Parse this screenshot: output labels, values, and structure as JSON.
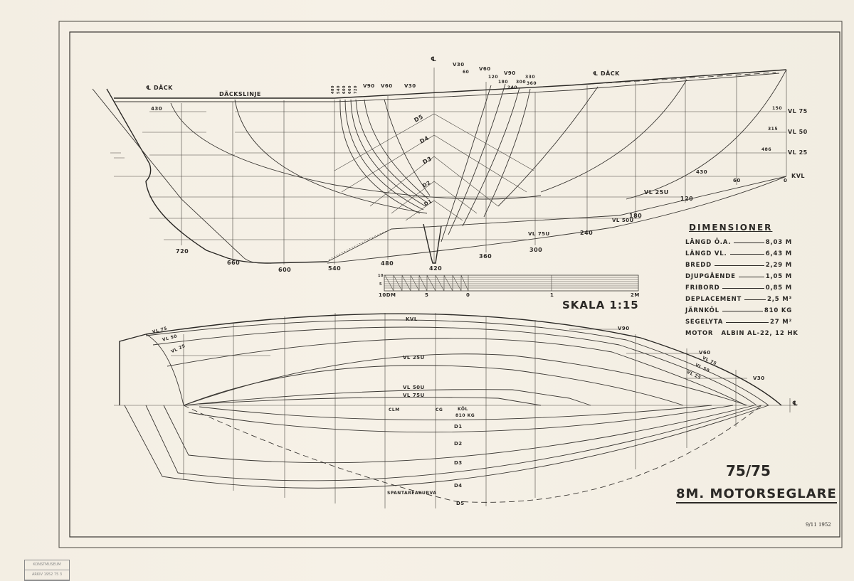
{
  "drawing": {
    "title_number": "75/75",
    "title": "8M. MOTORSEGLARE",
    "date": "9/11 1952",
    "scale_label": "SKALA 1:15"
  },
  "dimensions": {
    "heading": "DIMENSIONER",
    "rows": [
      {
        "label": "LÄNGD Ö.A.",
        "value": "8,03 M"
      },
      {
        "label": "LÄNGD VL.",
        "value": "6,43 M"
      },
      {
        "label": "BREDD",
        "value": "2,29 M"
      },
      {
        "label": "DJUPGÅENDE",
        "value": "1,05 M"
      },
      {
        "label": "FRIBORD",
        "value": "0,85 M"
      },
      {
        "label": "DEPLACEMENT",
        "value": "2,5 M³"
      },
      {
        "label": "JÄRNKÖL",
        "value": "810 KG"
      },
      {
        "label": "SEGELYTA",
        "value": "27 M²"
      }
    ],
    "motor": "MOTOR   ALBIN AL-22, 12 HK"
  },
  "profile": {
    "cl_deck_left": "℄ DÄCK",
    "deck_line": "DÄCKSLINJE",
    "cl_deck_right": "℄ DÄCK",
    "cl_mark": "℄",
    "station_labels": [
      "720",
      "660",
      "600",
      "540",
      "480",
      "420",
      "360",
      "300",
      "240",
      "180",
      "120"
    ],
    "left_sections": [
      "V90",
      "V60",
      "V30"
    ],
    "right_sections": [
      "V30",
      "V60",
      "V90"
    ],
    "right_section_ticks": [
      "60",
      "120",
      "180",
      "240",
      "300",
      "330",
      "360"
    ],
    "stern_ticks": [
      "480",
      "540",
      "600",
      "660",
      "720"
    ],
    "diagonals": [
      "D5",
      "D4",
      "D3",
      "D2",
      "D1"
    ],
    "waterlines": [
      "VL 75",
      "VL 50",
      "VL 25",
      "KVL"
    ],
    "waterline_values": [
      "150",
      "315",
      "486",
      "430",
      "60",
      "0"
    ],
    "underwater_lines": [
      "VL 25U",
      "VL 50U",
      "VL 75U"
    ],
    "small_430": "430"
  },
  "scale_bar": {
    "labels": [
      "10DM",
      "5",
      "0",
      "1",
      "2M"
    ],
    "side_labels": [
      "10",
      "5"
    ]
  },
  "plan": {
    "kvl": "KVL",
    "left_wl": [
      "VL 75",
      "VL 50",
      "VL 25"
    ],
    "right_sections": [
      "V90",
      "V60",
      "V30"
    ],
    "right_wl": [
      "VL 75",
      "VL 50",
      "VL 25"
    ],
    "inner_wl": [
      "VL 25U",
      "VL 50U",
      "VL 75U"
    ],
    "marks": [
      "CLM",
      "CG",
      "KÖL",
      "810 KG"
    ],
    "diagonals": [
      "D1",
      "D2",
      "D3",
      "D4",
      "D5"
    ],
    "area_curve": "SPANTAREAKURVA",
    "cl_mark": "℄"
  },
  "stamp": [
    "KONSTMUSEUM",
    "ARKIV 1952 75 3"
  ],
  "colors": {
    "paper": "#f4efe4",
    "ink": "#2d2a27"
  }
}
